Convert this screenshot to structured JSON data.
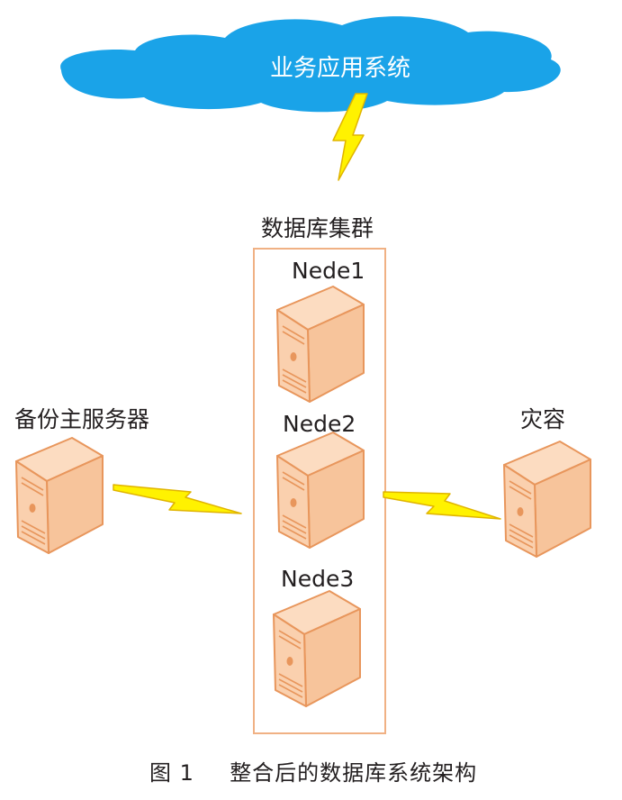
{
  "cloud": {
    "label": "业务应用系统",
    "fill": "#1aa3e8"
  },
  "cluster": {
    "title": "数据库集群",
    "border_color": "#f0b184",
    "nodes": [
      {
        "label": "Nede1"
      },
      {
        "label": "Nede2"
      },
      {
        "label": "Nede3"
      }
    ]
  },
  "backup_server": {
    "label": "备份主服务器"
  },
  "disaster_recovery": {
    "label": "灾容"
  },
  "caption": {
    "number": "图 1",
    "text": "整合后的数据库系统架构"
  },
  "colors": {
    "server_front": "#fad0ae",
    "server_side": "#f7c49b",
    "server_top": "#fcdcc1",
    "server_stroke": "#e8965c",
    "lightning_fill": "#fff200",
    "lightning_stroke": "#e0b400",
    "text": "#231f20"
  }
}
